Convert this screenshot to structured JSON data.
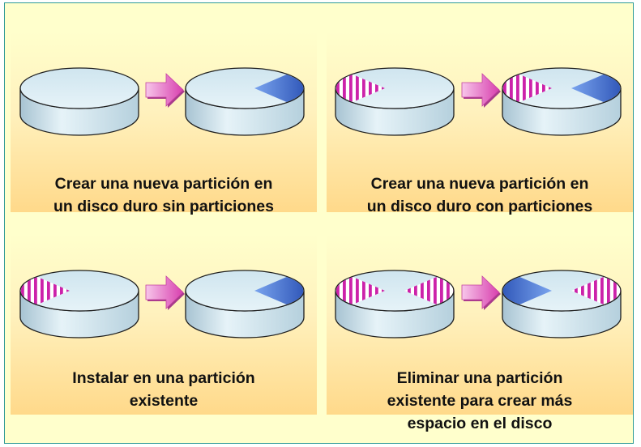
{
  "panels": [
    {
      "caption_lines": [
        "Crear una nueva partición en",
        "un disco duro sin particiones"
      ],
      "before": [],
      "after": [
        "blue-right"
      ]
    },
    {
      "caption_lines": [
        "Crear una nueva partición en",
        "un disco duro con particiones"
      ],
      "before": [
        "striped-left"
      ],
      "after": [
        "striped-left",
        "blue-right"
      ]
    },
    {
      "caption_lines": [
        "Instalar en una partición",
        "existente"
      ],
      "before": [
        "striped-left"
      ],
      "after": [
        "blue-right"
      ]
    },
    {
      "caption_lines": [
        "Eliminar una partición",
        "existente para crear más",
        "espacio en el disco"
      ],
      "before": [
        "striped-left",
        "striped-right"
      ],
      "after": [
        "blue-left",
        "striped-right"
      ]
    }
  ],
  "colors": {
    "disk_top": "#d8ecf3",
    "disk_side": "#c2dde8",
    "partition_blue": "#4f7cd6",
    "stripe_magenta": "#cc22aa",
    "arrow_pink": "#e85fc4",
    "frame_border": "#2e9a95",
    "frame_fill": "#ffffcc"
  }
}
